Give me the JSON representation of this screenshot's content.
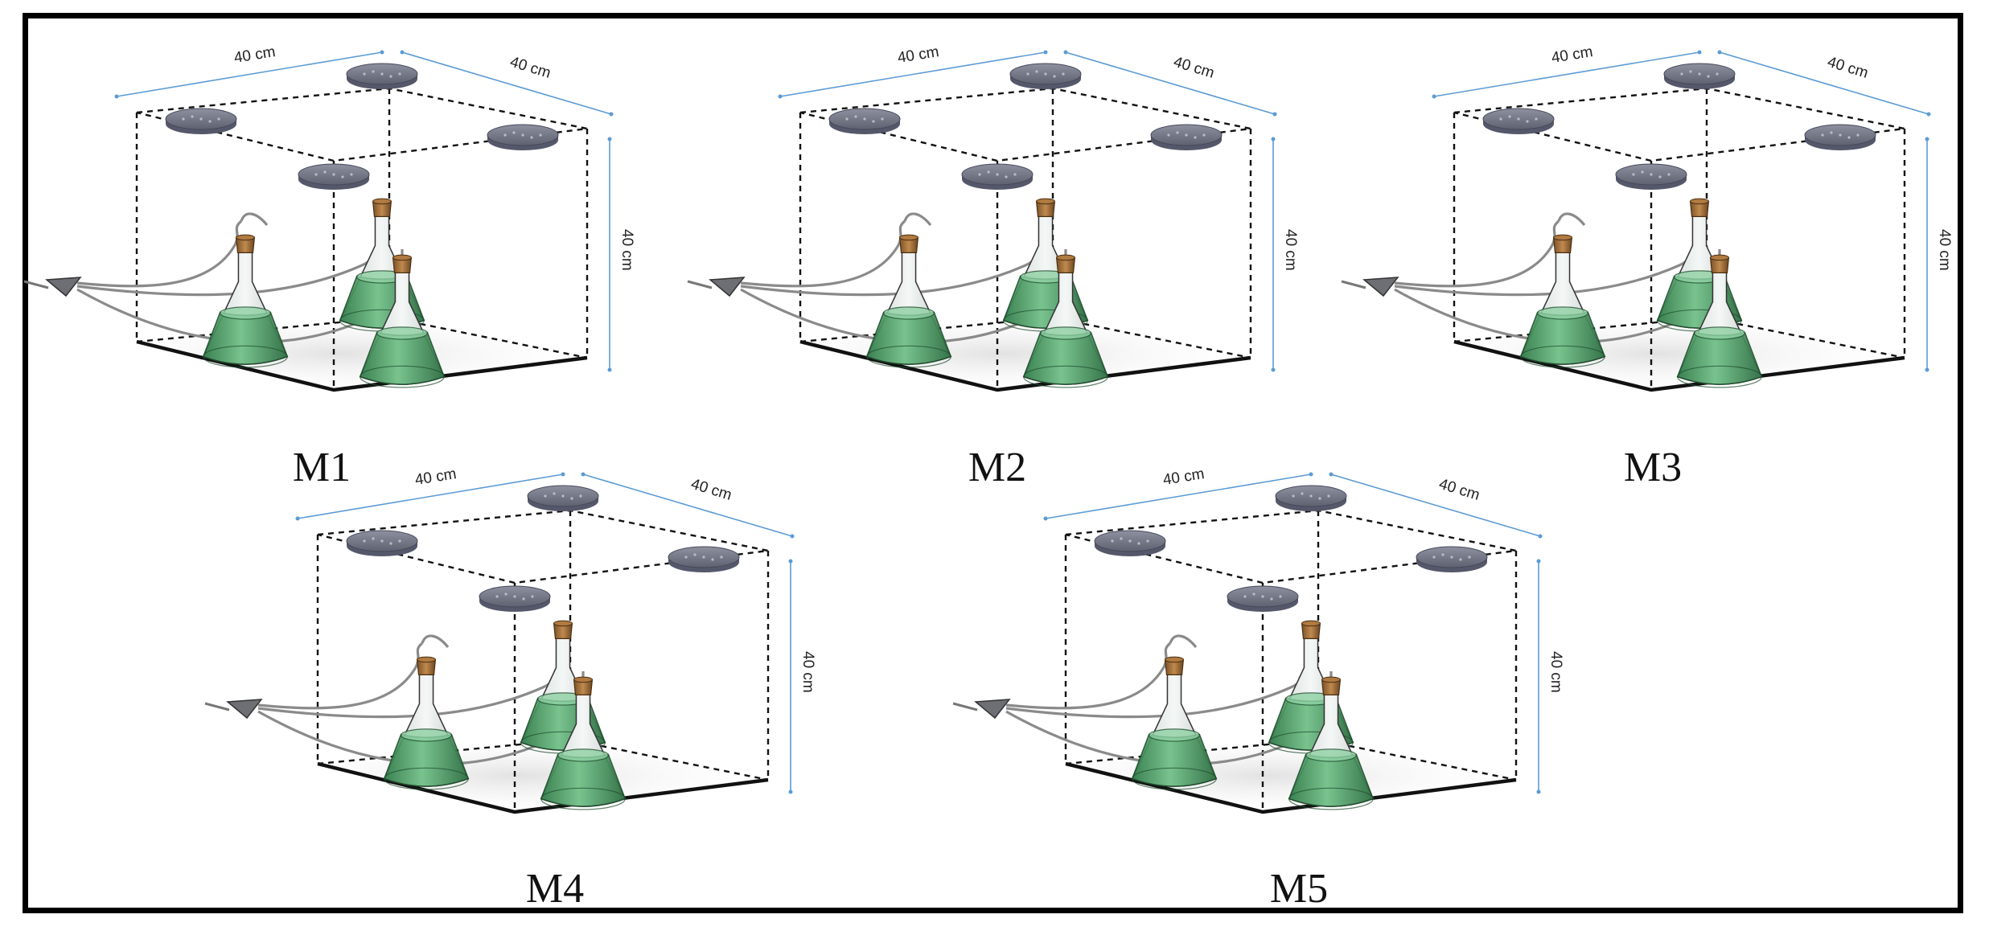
{
  "figure": {
    "panels": [
      {
        "label": "M1",
        "width_label": "40 cm",
        "depth_label": "40 cm",
        "height_label": "40 cm"
      },
      {
        "label": "M2",
        "width_label": "40 cm",
        "depth_label": "40 cm",
        "height_label": "40 cm"
      },
      {
        "label": "M3",
        "width_label": "40 cm",
        "depth_label": "40 cm",
        "height_label": "40 cm"
      },
      {
        "label": "M4",
        "width_label": "40 cm",
        "depth_label": "40 cm",
        "height_label": "40 cm"
      },
      {
        "label": "M5",
        "width_label": "40 cm",
        "depth_label": "40 cm",
        "height_label": "40 cm"
      }
    ],
    "colors": {
      "flask_liquid": "#3f8f5a",
      "stopper": "#a5753f",
      "diffuser": "#7a7d8c",
      "dimension_line": "#5b9bd5",
      "frame": "#000000"
    }
  }
}
